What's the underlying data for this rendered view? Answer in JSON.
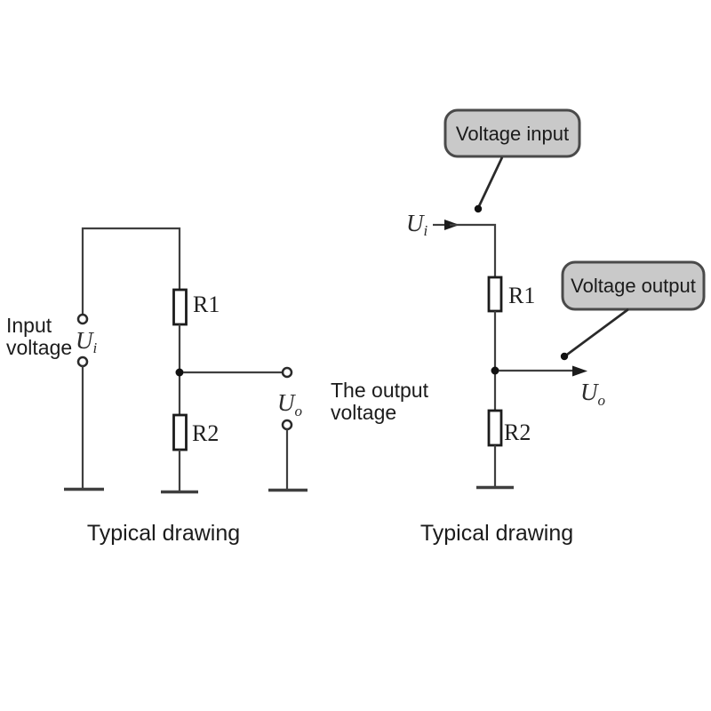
{
  "colors": {
    "background": "#ffffff",
    "wire": "#3f3f3f",
    "component_stroke": "#1c1c1c",
    "text": "#1b1b1b",
    "callout_fill": "#c9c9c9",
    "callout_border": "#4a4a4a"
  },
  "left_diagram": {
    "input_voltage_label": {
      "line1": "Input",
      "line2": "voltage"
    },
    "ui": {
      "base": "U",
      "sub": "i"
    },
    "uo": {
      "base": "U",
      "sub": "o"
    },
    "r1": "R1",
    "r2": "R2",
    "output_voltage_label": {
      "line1": "The output",
      "line2": "voltage"
    },
    "caption": "Typical drawing"
  },
  "right_diagram": {
    "callouts": {
      "input": "Voltage input",
      "output": "Voltage output"
    },
    "ui": {
      "base": "U",
      "sub": "i"
    },
    "uo": {
      "base": "U",
      "sub": "o"
    },
    "r1": "R1",
    "r2": "R2",
    "caption": "Typical drawing"
  }
}
